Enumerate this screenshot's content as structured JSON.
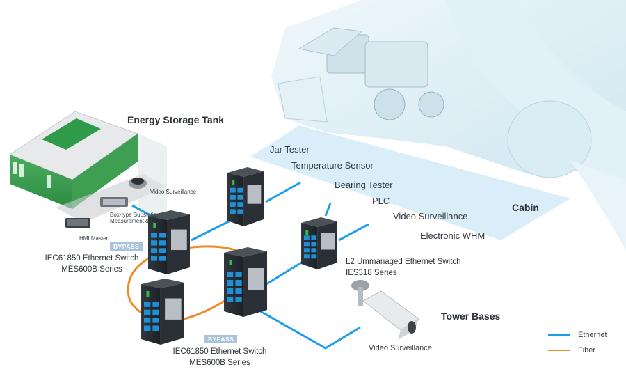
{
  "labels": {
    "energy_storage_tank": "Energy Storage Tank",
    "cabin": "Cabin",
    "tower_bases": "Tower Bases",
    "jar_tester": "Jar Tester",
    "temperature_sensor": "Temperature Sensor",
    "bearing_tester": "Bearing Tester",
    "plc": "PLC",
    "video_surveillance_cabin": "Video Surveillance",
    "electronic_whm": "Electronic WHM",
    "video_surveillance_tank": "Video Surveillance",
    "box_substation": "Box-type Substation\nMeasurement & C...",
    "hmi_master": "HMI Master",
    "video_surveillance_tower": "Video Surveillance"
  },
  "devices": {
    "mes600b_top": {
      "bypass": "BYPASS",
      "line1": "IEC61850 Ethernet Switch",
      "line2": "MES600B Series"
    },
    "mes600b_bottom": {
      "bypass": "BYPASS",
      "line1": "IEC61850 Ethernet Switch",
      "line2": "MES600B Series"
    },
    "ies318": {
      "line1": "L2 Ummanaged Ethernet Switch",
      "line2": "IES318 Series"
    }
  },
  "legend": [
    {
      "label": "Ethernet",
      "color": "#1e9ee8"
    },
    {
      "label": "Fiber",
      "color": "#f08a24"
    }
  ],
  "colors": {
    "ethernet": "#1e9ee8",
    "fiber": "#f08a24",
    "cabin_panel": "#d6ecf8",
    "battery_green": "#2f9a4a"
  }
}
